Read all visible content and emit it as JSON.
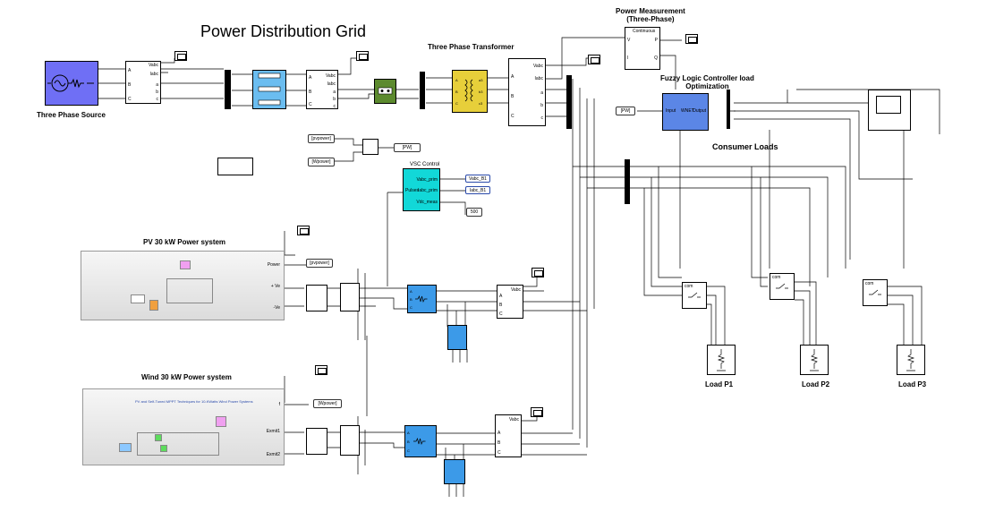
{
  "title": "Power Distribution Grid",
  "source": {
    "label": "Three Phase Source"
  },
  "transformer": {
    "label": "Three Phase Transformer"
  },
  "power_measurement": {
    "label_line1": "Power Measurement",
    "label_line2": "(Three-Phase)",
    "top_text": "Continuous",
    "port_p": "P",
    "port_q": "Q",
    "port_v": "V",
    "port_i": "I"
  },
  "fuzzy": {
    "label_line1": "Fuzzy Logic Controller load",
    "label_line2": "Optimization",
    "port_input": "Input",
    "center": "WNET",
    "port_output": "Output",
    "in_tag": "[PW]"
  },
  "consumer_loads": {
    "label": "Consumer Loads"
  },
  "vsc": {
    "label": "VSC Control",
    "port_pulses": "Pulses",
    "port_vabc": "Vabc_prim",
    "port_iabc": "Iabc_prim",
    "port_vdc": "Vdc_meas",
    "tag_vabc": "Vabc_B1",
    "tag_iabc": "Iabc_B1",
    "const": "500"
  },
  "tags": {
    "pvpower": "[pvpower]",
    "wpower": "[Wpower]",
    "pw_goto": "[PW]"
  },
  "pv": {
    "label": "PV 30 kW Power system",
    "port_power": "Power",
    "port_vpos": "+ Ve",
    "port_vneg": "-Ve",
    "out_tag": "[pvpower]"
  },
  "wind": {
    "label": "Wind 30 kW Power system",
    "caption": "PV and Self-Tuned MPPT Techniques for 10-KWatts Wind Power Systems",
    "port_f": "f",
    "port_e1": "Exmit1",
    "port_e2": "Exmit2",
    "out_tag": "[Wpower]"
  },
  "meas_ports": {
    "a": "A",
    "b": "B",
    "c": "C",
    "a2": "a",
    "b2": "b",
    "c2": "c",
    "vabc": "Vabc",
    "iabc": "Iabc"
  },
  "breakers": {
    "com": "com"
  },
  "loads": [
    {
      "label": "Load  P1"
    },
    {
      "label": "Load  P2"
    },
    {
      "label": "Load  P3"
    }
  ],
  "colors": {
    "source": "#6f6ff5",
    "line_block": "#6bbdf0",
    "green_block": "#5c8a2e",
    "transformer": "#e7cf3a",
    "fuzzy": "#5b86e6",
    "vsc": "#12d8d8",
    "inverter": "#3c9ae8"
  }
}
